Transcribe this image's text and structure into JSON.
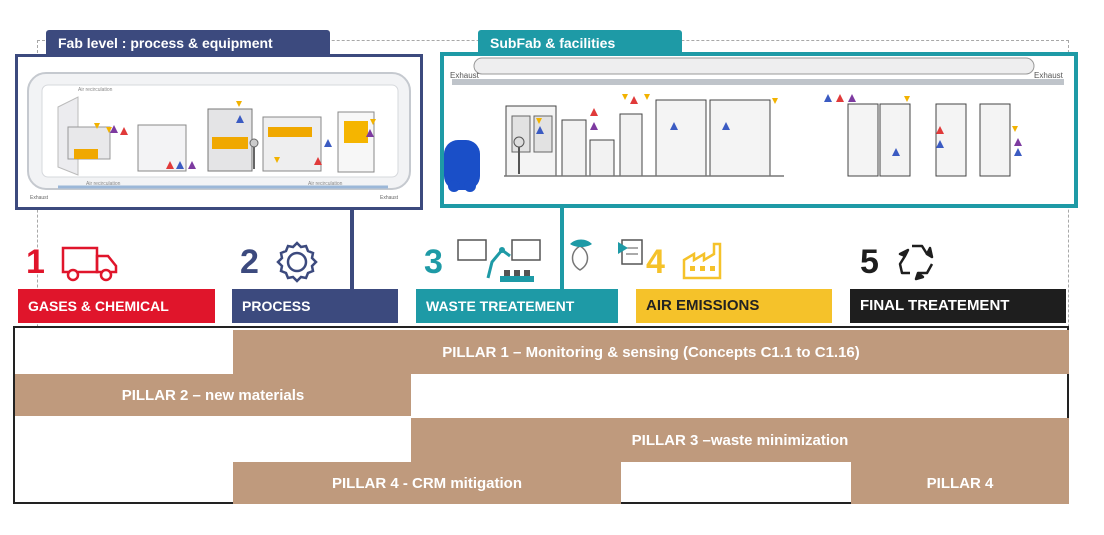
{
  "fab_tab": {
    "label": "Fab level : process & equipment",
    "color": "#3c4a7e"
  },
  "subfab_tab": {
    "label": "SubFab & facilities",
    "color": "#1e9aa6"
  },
  "fab_illustration": {
    "labels": [
      "Air recirculation",
      "Air recirculation",
      "Air recirculation",
      "Exhaust",
      "Exhaust"
    ]
  },
  "subfab_illustration": {
    "labels": [
      "Exhaust",
      "Exhaust"
    ]
  },
  "steps": [
    {
      "num": "1",
      "label": "GASES & CHEMICAL",
      "color": "#e0152b",
      "text_color": "#ffffff",
      "icon": "truck-icon"
    },
    {
      "num": "2",
      "label": "PROCESS",
      "color": "#3c4a7e",
      "text_color": "#ffffff",
      "icon": "gear-icon"
    },
    {
      "num": "3",
      "label": "WASTE TREATEMENT",
      "color": "#1e9aa6",
      "text_color": "#ffffff",
      "icon": "robot-arm-icon"
    },
    {
      "num": "4",
      "label": "AIR EMISSIONS",
      "color": "#f5c22a",
      "text_color": "#222222",
      "icon": "factory-icon"
    },
    {
      "num": "5",
      "label": "FINAL TREATEMENT",
      "color": "#1e1e1e",
      "text_color": "#ffffff",
      "icon": "recycle-icon"
    }
  ],
  "pillars": {
    "p1": "PILLAR 1 – Monitoring & sensing (Concepts C1.1 to C1.16)",
    "p2": "PILLAR 2 – new materials",
    "p3": "PILLAR 3 –waste minimization",
    "p4a": "PILLAR 4 - CRM mitigation",
    "p4b": "PILLAR 4",
    "color": "#bf9a7d"
  }
}
